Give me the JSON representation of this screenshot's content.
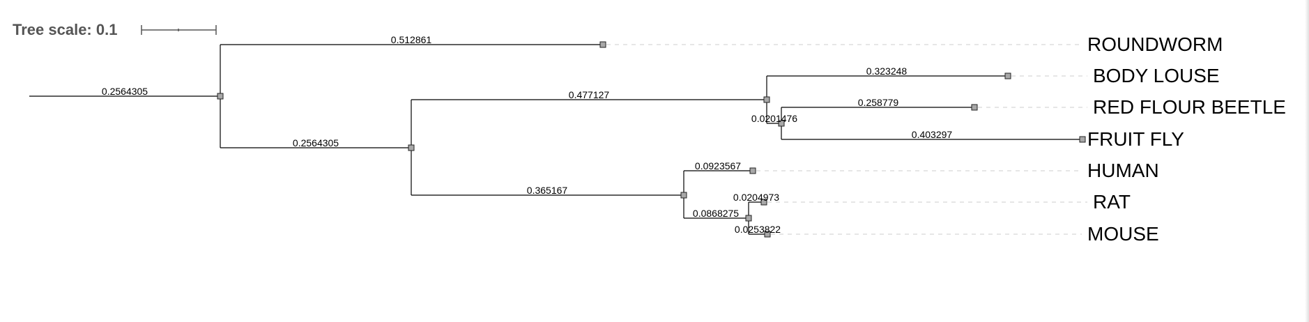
{
  "scale": {
    "label": "Tree scale: 0.1",
    "value": 0.1
  },
  "tree": {
    "root_branch_label": "0.2564305",
    "branches": [
      {
        "label": "0.512861"
      },
      {
        "label": "0.2564305"
      },
      {
        "label": "0.477127"
      },
      {
        "label": "0.323248"
      },
      {
        "label": "0.0201476"
      },
      {
        "label": "0.258779"
      },
      {
        "label": "0.403297"
      },
      {
        "label": "0.365167"
      },
      {
        "label": "0.0923567"
      },
      {
        "label": "0.0868275"
      },
      {
        "label": "0.0204973"
      },
      {
        "label": "0.0253822"
      }
    ],
    "leaves": [
      {
        "label": "ROUNDWORM"
      },
      {
        "label": "BODY LOUSE"
      },
      {
        "label": "RED FLOUR BEETLE"
      },
      {
        "label": "FRUIT FLY"
      },
      {
        "label": "HUMAN"
      },
      {
        "label": "RAT"
      },
      {
        "label": "MOUSE"
      }
    ]
  },
  "colors": {
    "branch": "#000000",
    "node_fill": "#a8a8a8",
    "leader": "#cccccc",
    "scale": "#555555"
  }
}
